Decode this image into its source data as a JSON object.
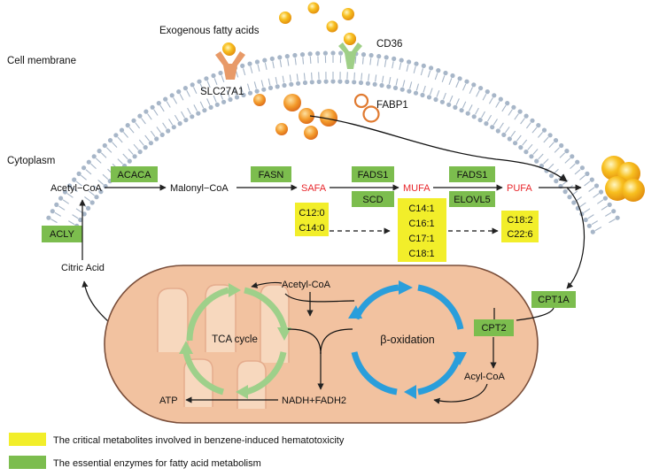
{
  "labels": {
    "exogenous": "Exogenous fatty acids",
    "cell_membrane": "Cell membrane",
    "cd36": "CD36",
    "slc27a1": "SLC27A1",
    "fabp1": "FABP1",
    "cytoplasm": "Cytoplasm"
  },
  "pathway": {
    "acetyl_coa": "Acetyl−CoA",
    "malonyl_coa": "Malonyl−CoA",
    "safa": "SAFA",
    "mufa": "MUFA",
    "pufa": "PUFA",
    "citric_acid": "Citric Acid"
  },
  "enzymes": {
    "acaca": "ACACA",
    "fasn": "FASN",
    "fads1_a": "FADS1",
    "scd": "SCD",
    "fads1_b": "FADS1",
    "elovl5": "ELOVL5",
    "acly": "ACLY",
    "cpt1a": "CPT1A",
    "cpt2": "CPT2"
  },
  "metabolites": {
    "safa_list": [
      "C12:0",
      "C14:0"
    ],
    "mufa_list": [
      "C14:1",
      "C16:1",
      "C17:1",
      "C18:1"
    ],
    "pufa_list": [
      "C18:2",
      "C22:6"
    ]
  },
  "mito": {
    "acetyl_coa": "Acetyl-CoA",
    "tca": "TCA cycle",
    "beta_ox": "β-oxidation",
    "acyl_coa": "Acyl-CoA",
    "nadh": "NADH+FADH2",
    "atp": "ATP"
  },
  "legend": {
    "yellow_label": "The critical metabolites involved in benzene-induced hematotoxicity",
    "green_label": "The essential enzymes for fatty acid metabolism"
  },
  "colors": {
    "enzyme_green": "#7cbd4e",
    "metabolite_yellow": "#f2ee2a",
    "fa_red": "#e8262b",
    "membrane_blue": "#a7b6c8",
    "mito_outer": "#f2c2a0",
    "mito_stroke": "#7a4e3a",
    "tca_green": "#9ed08a",
    "beta_blue": "#2a9edb",
    "droplet_orange": "#f3a31c"
  }
}
